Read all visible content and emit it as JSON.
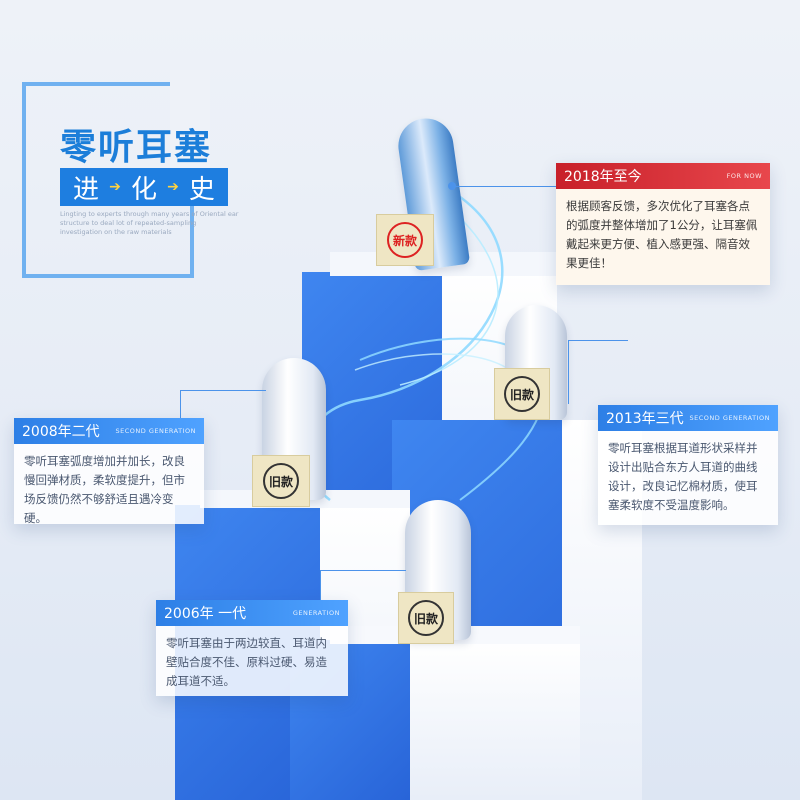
{
  "title": {
    "main": "零听耳塞",
    "sub_chars": [
      "进",
      "化",
      "史"
    ],
    "english": "Lingting to experts through many years of Oriental ear structure to deal lot of repeated-sampling investigation on the raw materials"
  },
  "cards": {
    "c2018": {
      "year": "2018年至今",
      "tagline": "FOR NOW",
      "text": "根据顾客反馈，多次优化了耳塞各点的弧度并整体增加了1公分，让耳塞佩戴起来更方便、植入感更强、隔音效果更佳！"
    },
    "c2013": {
      "year": "2013年三代",
      "tagline": "SECOND GENERATION",
      "text": "零听耳塞根据耳道形状采样并设计出贴合东方人耳道的曲线设计，改良记忆棉材质，使耳塞柔软度不受温度影响。"
    },
    "c2008": {
      "year": "2008年二代",
      "tagline": "SECOND GENERATION",
      "text": "零听耳塞弧度增加并加长，改良慢回弹材质，柔软度提升，但市场反馈仍然不够舒适且遇冷变硬。"
    },
    "c2006": {
      "year": "2006年 一代",
      "tagline": "GENERATION",
      "text": "零听耳塞由于两边较直、耳道内壁贴合度不佳、原料过硬、易造成耳道不适。"
    }
  },
  "tags": {
    "new": "新款",
    "old": "旧款"
  },
  "colors": {
    "accent": "#1e7ee0",
    "red": "#c8202a",
    "highlight": "#ffd23f"
  }
}
